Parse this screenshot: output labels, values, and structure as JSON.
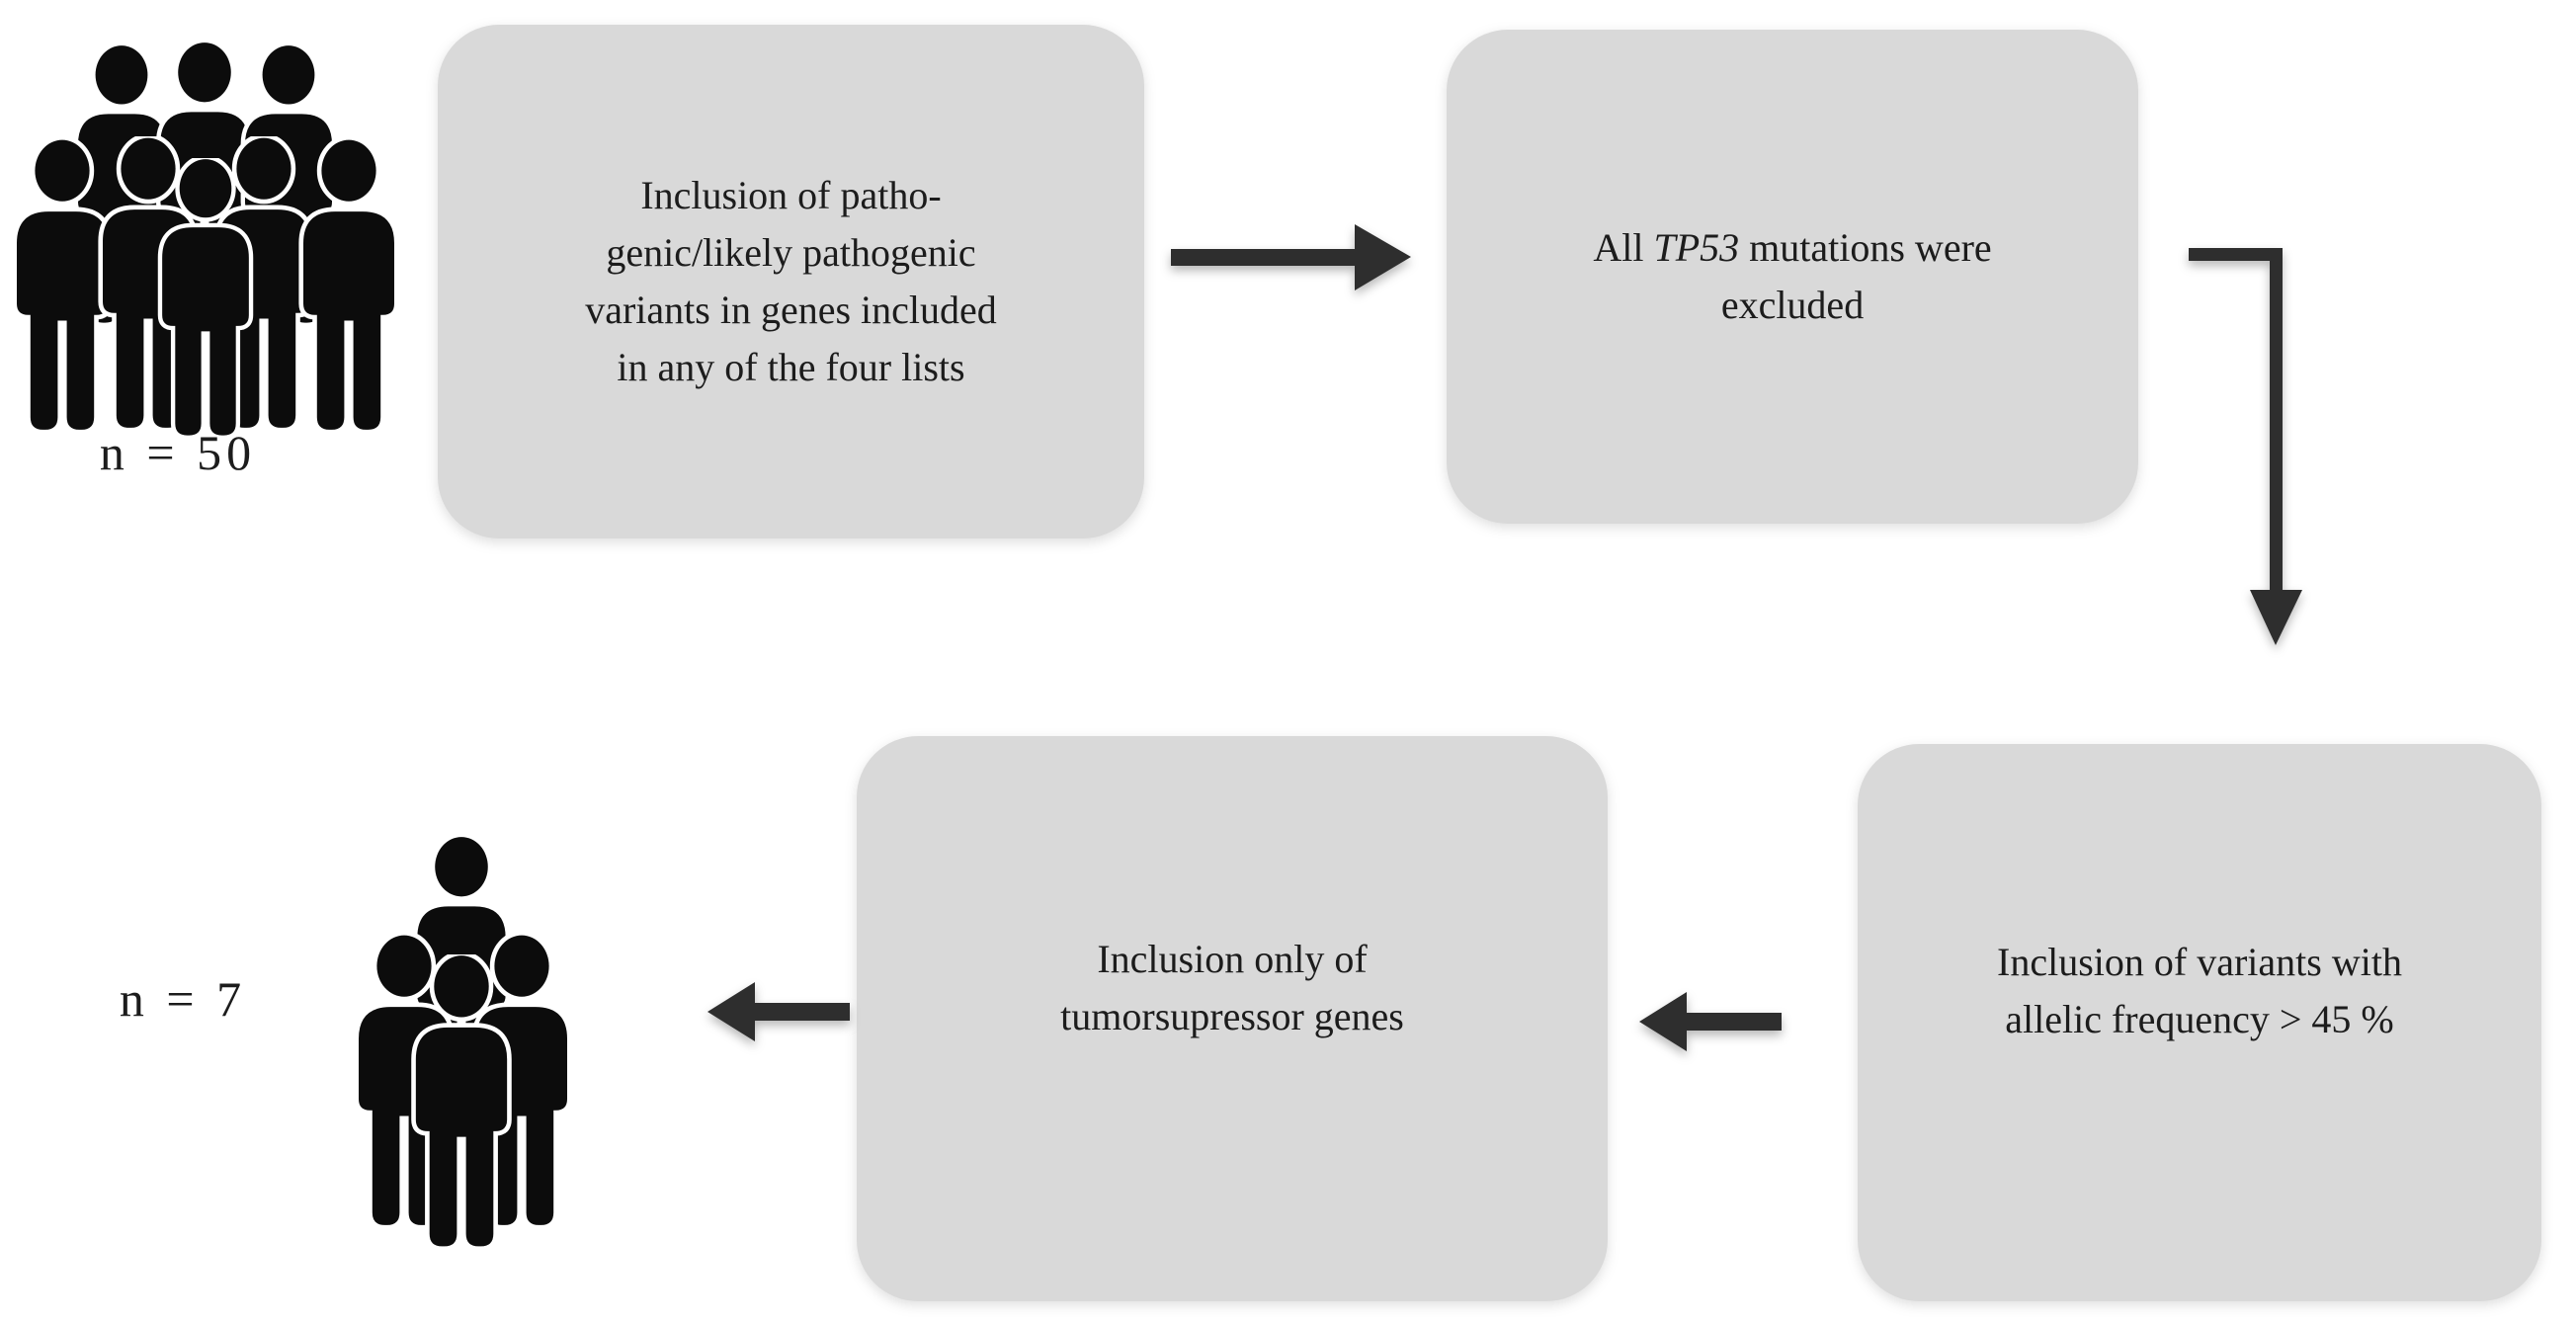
{
  "colors": {
    "background": "#ffffff",
    "box-fill": "#d9d9d9",
    "arrow-color": "#2e2e2e",
    "figure-color": "#0c0c0c",
    "text-color": "#1c1c1c"
  },
  "start_group": {
    "count_label": "n = 50",
    "icon": "crowd-eight-people-icon"
  },
  "end_group": {
    "count_label": "n = 7",
    "icon": "crowd-four-people-icon"
  },
  "boxes": {
    "step1": {
      "lines": [
        "Inclusion of patho-",
        "genic/likely pathogenic",
        "variants in genes included",
        "in any of the four lists"
      ]
    },
    "step2": {
      "line1_before": "All ",
      "line1_gene_italic": "TP53",
      "line1_after": " mutations were",
      "line2": "excluded"
    },
    "step3": {
      "lines": [
        "Inclusion of variants with",
        "allelic frequency > 45 %"
      ]
    },
    "step4": {
      "lines": [
        "Inclusion only of",
        "tumorsupressor genes"
      ]
    }
  },
  "arrows": {
    "a1": "arrow-right-icon",
    "a2": "arrow-elbow-down-icon",
    "a3": "arrow-left-icon",
    "a4": "arrow-left-icon"
  }
}
